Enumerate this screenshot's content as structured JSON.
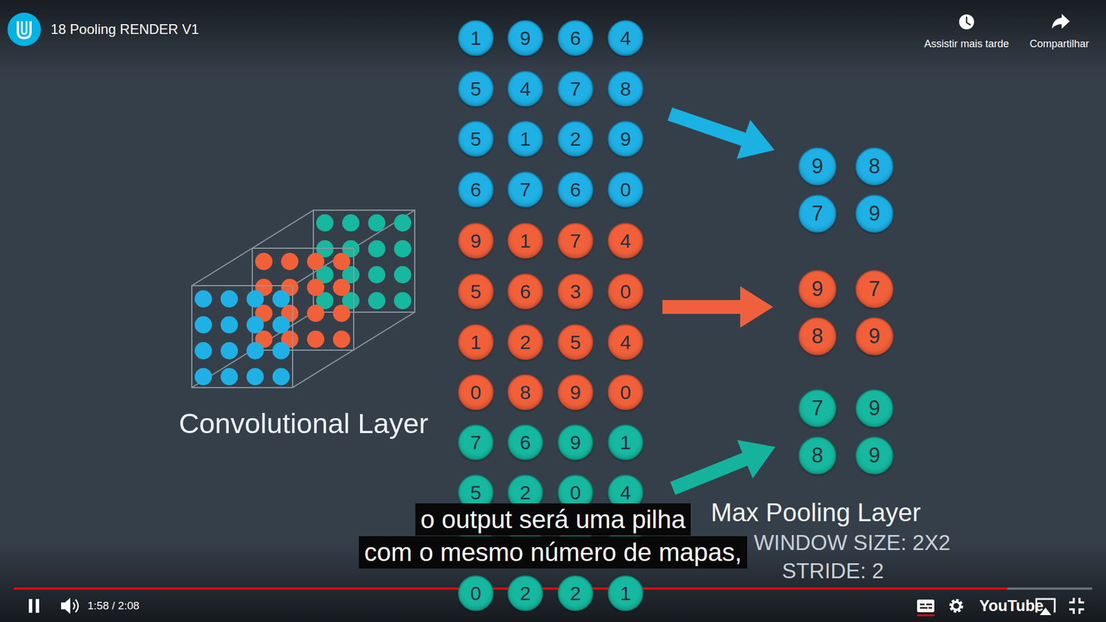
{
  "diagram": {
    "title": "18 Pooling RENDER V1",
    "nodes": [
      {
        "text": [
          "1"
        ]
      },
      {
        "text": [
          "9"
        ]
      },
      {
        "text": [
          "6"
        ]
      },
      {
        "text": [
          "4"
        ]
      },
      {
        "text": [
          "5"
        ]
      },
      {
        "text": [
          "4"
        ]
      },
      {
        "text": [
          "7"
        ]
      },
      {
        "text": [
          "8"
        ]
      },
      {
        "text": [
          "5"
        ]
      },
      {
        "text": [
          "1"
        ]
      },
      {
        "text": [
          "2"
        ]
      },
      {
        "text": [
          "9"
        ]
      },
      {
        "text": [
          "6"
        ]
      },
      {
        "text": [
          "7"
        ]
      },
      {
        "text": [
          "6"
        ]
      },
      {
        "text": [
          "0"
        ]
      },
      {
        "text": [
          "9"
        ]
      },
      {
        "text": [
          "1"
        ]
      },
      {
        "text": [
          "7"
        ]
      },
      {
        "text": [
          "4"
        ]
      },
      {
        "text": [
          "5"
        ]
      },
      {
        "text": [
          "6"
        ]
      },
      {
        "text": [
          "3"
        ]
      },
      {
        "text": [
          "0"
        ]
      },
      {
        "text": [
          "1"
        ]
      },
      {
        "text": [
          "2"
        ]
      },
      {
        "text": [
          "5"
        ]
      },
      {
        "text": [
          "4"
        ]
      },
      {
        "text": [
          "0"
        ]
      },
      {
        "text": [
          "8"
        ]
      },
      {
        "text": [
          "9"
        ]
      },
      {
        "text": [
          "0"
        ]
      },
      {
        "text": [
          "7"
        ]
      },
      {
        "text": [
          "6"
        ]
      },
      {
        "text": [
          "9"
        ]
      },
      {
        "text": [
          "1"
        ]
      },
      {
        "text": [
          "5"
        ]
      },
      {
        "text": [
          "2"
        ]
      },
      {
        "text": [
          "0"
        ]
      },
      {
        "text": [
          "4"
        ]
      },
      {
        "text": [
          "0"
        ]
      },
      {
        "text": [
          "2"
        ]
      },
      {
        "text": [
          "2"
        ]
      },
      {
        "text": [
          "1"
        ]
      },
      {
        "text": [
          "9"
        ]
      },
      {
        "text": [
          "8"
        ]
      },
      {
        "text": [
          "7"
        ]
      },
      {
        "text": [
          "9"
        ]
      },
      {
        "text": [
          "9"
        ]
      },
      {
        "text": [
          "7"
        ]
      },
      {
        "text": [
          "8"
        ]
      },
      {
        "text": [
          "9"
        ]
      },
      {
        "text": [
          "7"
        ]
      },
      {
        "text": [
          "9"
        ]
      },
      {
        "text": [
          "8"
        ]
      },
      {
        "text": [
          "9"
        ]
      }
    ],
    "labels": [
      "Assistir mais tarde",
      "Compartilhar",
      "Convolutional Layer",
      "Max Pooling Layer",
      "WINDOW SIZE: 2X2",
      "STRIDE: 2",
      "o output será uma pilha",
      "com o mesmo número de mapas,",
      "1:58 / 2:08",
      "YouTube"
    ]
  }
}
